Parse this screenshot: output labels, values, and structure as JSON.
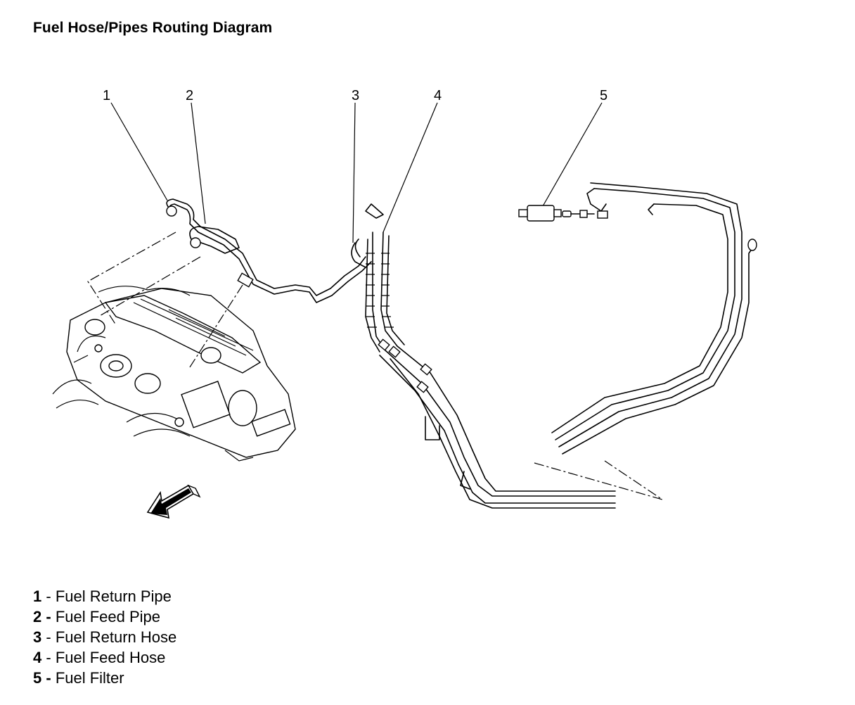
{
  "title": "Fuel Hose/Pipes Routing Diagram",
  "callouts": [
    "1",
    "2",
    "3",
    "4",
    "5"
  ],
  "legend": [
    {
      "num": "1",
      "sep": " - ",
      "label": "Fuel Return Pipe"
    },
    {
      "num": "2",
      "sep": " - ",
      "label": "Fuel Feed Pipe"
    },
    {
      "num": "3",
      "sep": " - ",
      "label": "Fuel Return Hose"
    },
    {
      "num": "4",
      "sep": " - ",
      "label": "Fuel Feed Hose"
    },
    {
      "num": "5",
      "sep": " - ",
      "label": "Fuel Filter"
    }
  ],
  "icons": {
    "direction_arrow": "front-arrow-icon"
  }
}
